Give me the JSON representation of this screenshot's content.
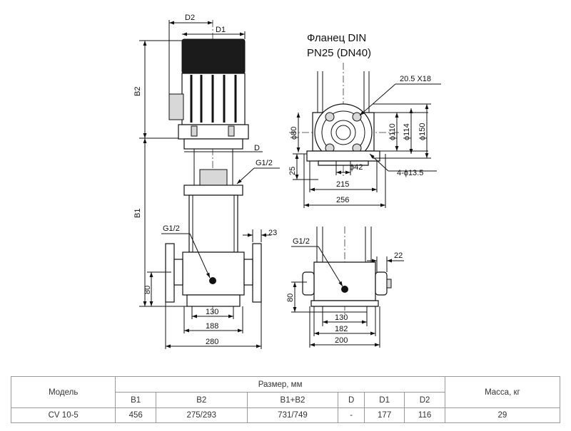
{
  "left_view": {
    "labels": {
      "d2": "D2",
      "d1": "D1",
      "b2": "B2",
      "b1": "B1",
      "d": "D",
      "g12_top": "G1/2",
      "g12_bottom": "G1/2",
      "dim_23": "23",
      "dim_80": "80",
      "dim_130": "130",
      "dim_188": "188",
      "dim_280": "280"
    }
  },
  "flange": {
    "title_line1": "Фланец DIN",
    "title_line2": "PN25 (DN40)",
    "labels": {
      "holes": "20.5 X18",
      "phi80": "ϕ80",
      "phi110": "ϕ110",
      "phi114": "ϕ114",
      "phi150": "ϕ150",
      "dim_25": "25",
      "phi42": "ϕ42",
      "mount_holes": "4-ϕ13.5",
      "dim_215": "215",
      "dim_256": "256"
    }
  },
  "side_view": {
    "labels": {
      "g12": "G1/2",
      "dim_22": "22",
      "dim_80": "80",
      "dim_130": "130",
      "dim_182": "182",
      "dim_200": "200"
    }
  },
  "spec_table": {
    "model_header": "Модель",
    "size_header": "Размер, мм",
    "mass_header": "Масса, кг",
    "columns": [
      "B1",
      "B2",
      "B1+B2",
      "D",
      "D1",
      "D2"
    ],
    "row": {
      "model": "CV 10-5",
      "values": [
        "456",
        "275/293",
        "731/749",
        "-",
        "177",
        "116"
      ],
      "mass": "29"
    }
  }
}
